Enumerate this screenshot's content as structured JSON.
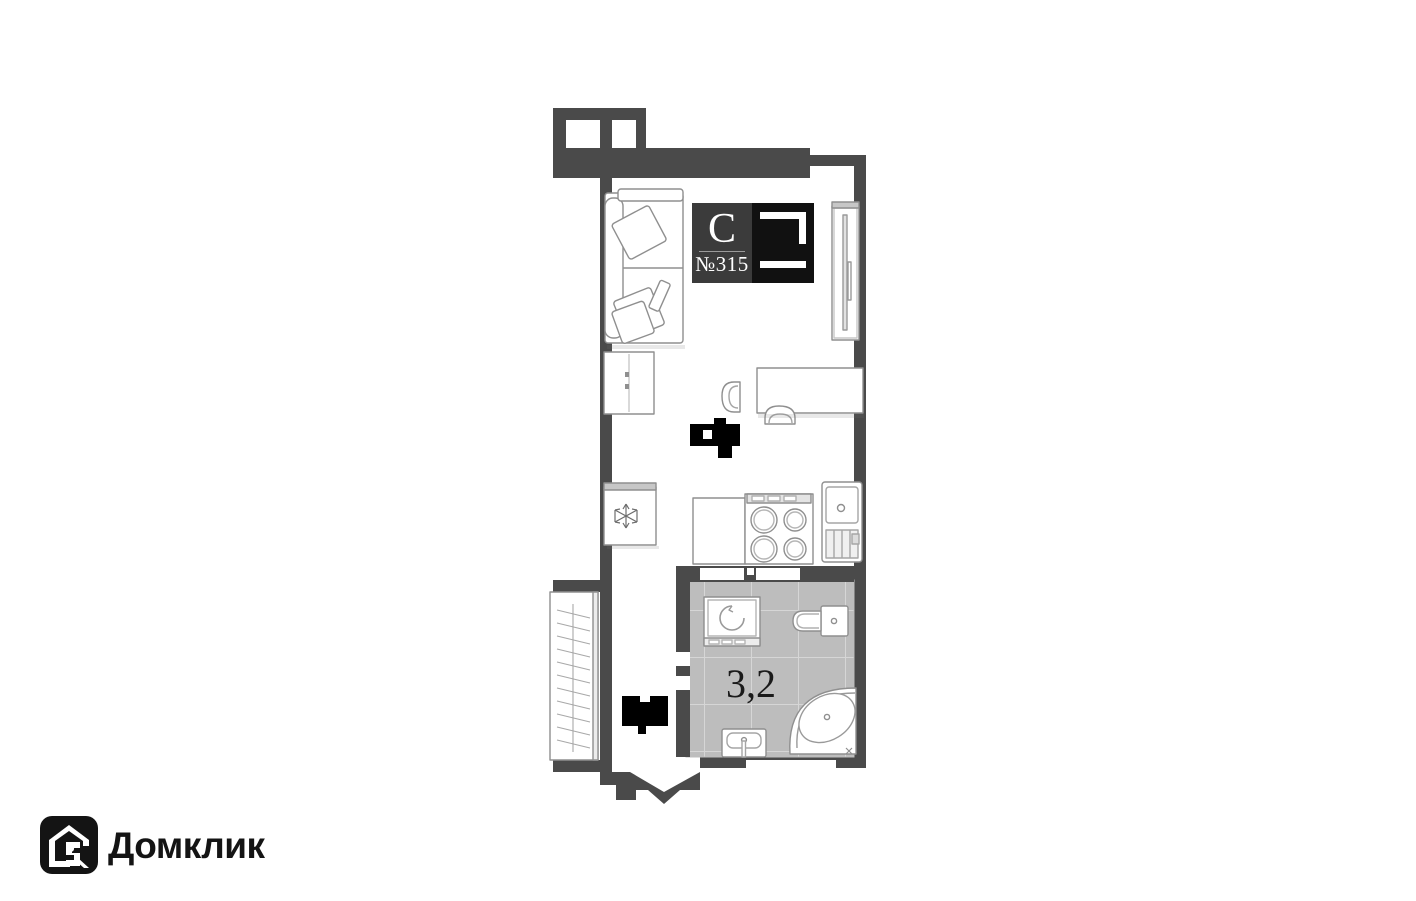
{
  "plan": {
    "badge": {
      "letter": "С",
      "number_prefix": "№",
      "number": "315",
      "full_number": "№315",
      "bg_dark": "#3b3b3b",
      "bg_black": "#111111",
      "text_color": "#ffffff"
    },
    "rooms": [
      {
        "name": "bathroom",
        "area_label": "3,2",
        "floor_color": "#bdbdbd",
        "fixtures": [
          "washing-machine",
          "toilet",
          "corner-bathtub",
          "washbasin"
        ]
      },
      {
        "name": "living-room-kitchen",
        "area_label": "",
        "floor_color": "#ffffff",
        "fixtures": [
          "sofa-bed",
          "wardrobe",
          "refrigerator",
          "stove",
          "kitchen-sink",
          "dining-table",
          "chair",
          "cabinet",
          "closet"
        ]
      }
    ],
    "colors": {
      "wall": "#4a4a4a",
      "furniture_stroke": "#8a8a8a",
      "furniture_fill": "#ffffff",
      "tile_fill": "#bdbdbd",
      "tile_line": "#d8d8d8",
      "marker_black": "#000000",
      "background": "#ffffff"
    },
    "icons": {
      "refrigerator": "snowflake-icon",
      "washing_machine": "drum-icon",
      "entry": "entry-door-marker"
    }
  },
  "logo": {
    "text": "Домклик",
    "mark": "house-icon",
    "color": "#141414"
  }
}
